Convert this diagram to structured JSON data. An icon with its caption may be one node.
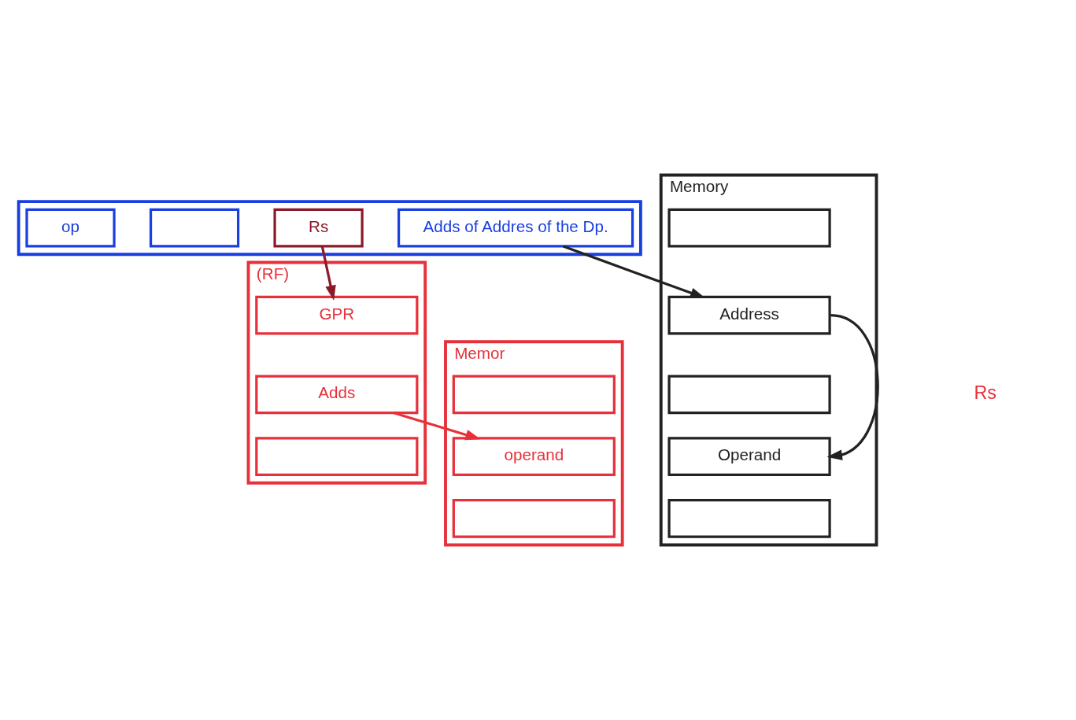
{
  "diagram": {
    "nodes": [
      {
        "text": [],
        "shape": "box"
      },
      {
        "text": [
          "op"
        ],
        "in": 0
      },
      {
        "text": [],
        "shape": "box",
        "in": 0
      },
      {
        "text": [
          "Rs"
        ],
        "in": 0
      },
      {
        "text": [
          "Adds of Addres of the Dp."
        ],
        "in": 0
      },
      {
        "text": [
          "(RF)"
        ]
      },
      {
        "text": [
          "GPR"
        ],
        "in": 5
      },
      {
        "text": [
          "Adds"
        ],
        "in": 5
      },
      {
        "text": [],
        "shape": "box",
        "in": 5
      },
      {
        "text": [
          "Memor"
        ]
      },
      {
        "text": [],
        "shape": "box",
        "in": 9
      },
      {
        "text": [
          "operand"
        ],
        "in": 9
      },
      {
        "text": [],
        "shape": "box",
        "in": 9
      },
      {
        "text": [
          "Memory"
        ]
      },
      {
        "text": [],
        "shape": "box",
        "in": 13
      },
      {
        "text": [
          "Address"
        ],
        "in": 13
      },
      {
        "text": [],
        "shape": "box",
        "in": 13
      },
      {
        "text": [
          "Operand"
        ],
        "in": 13
      },
      {
        "text": [],
        "shape": "box",
        "in": 13
      }
    ],
    "edges": [
      {
        "from": 3,
        "to": 6,
        "arrow": "to",
        "color": "#8b1a2b"
      },
      {
        "from": 7,
        "to": 11,
        "arrow": "to",
        "color": "#e8303a"
      },
      {
        "from": 4,
        "to": 15,
        "arrow": "to"
      },
      {
        "from": 15,
        "to": 17,
        "arrow": "to"
      }
    ],
    "labels": [
      "Rs"
    ]
  }
}
